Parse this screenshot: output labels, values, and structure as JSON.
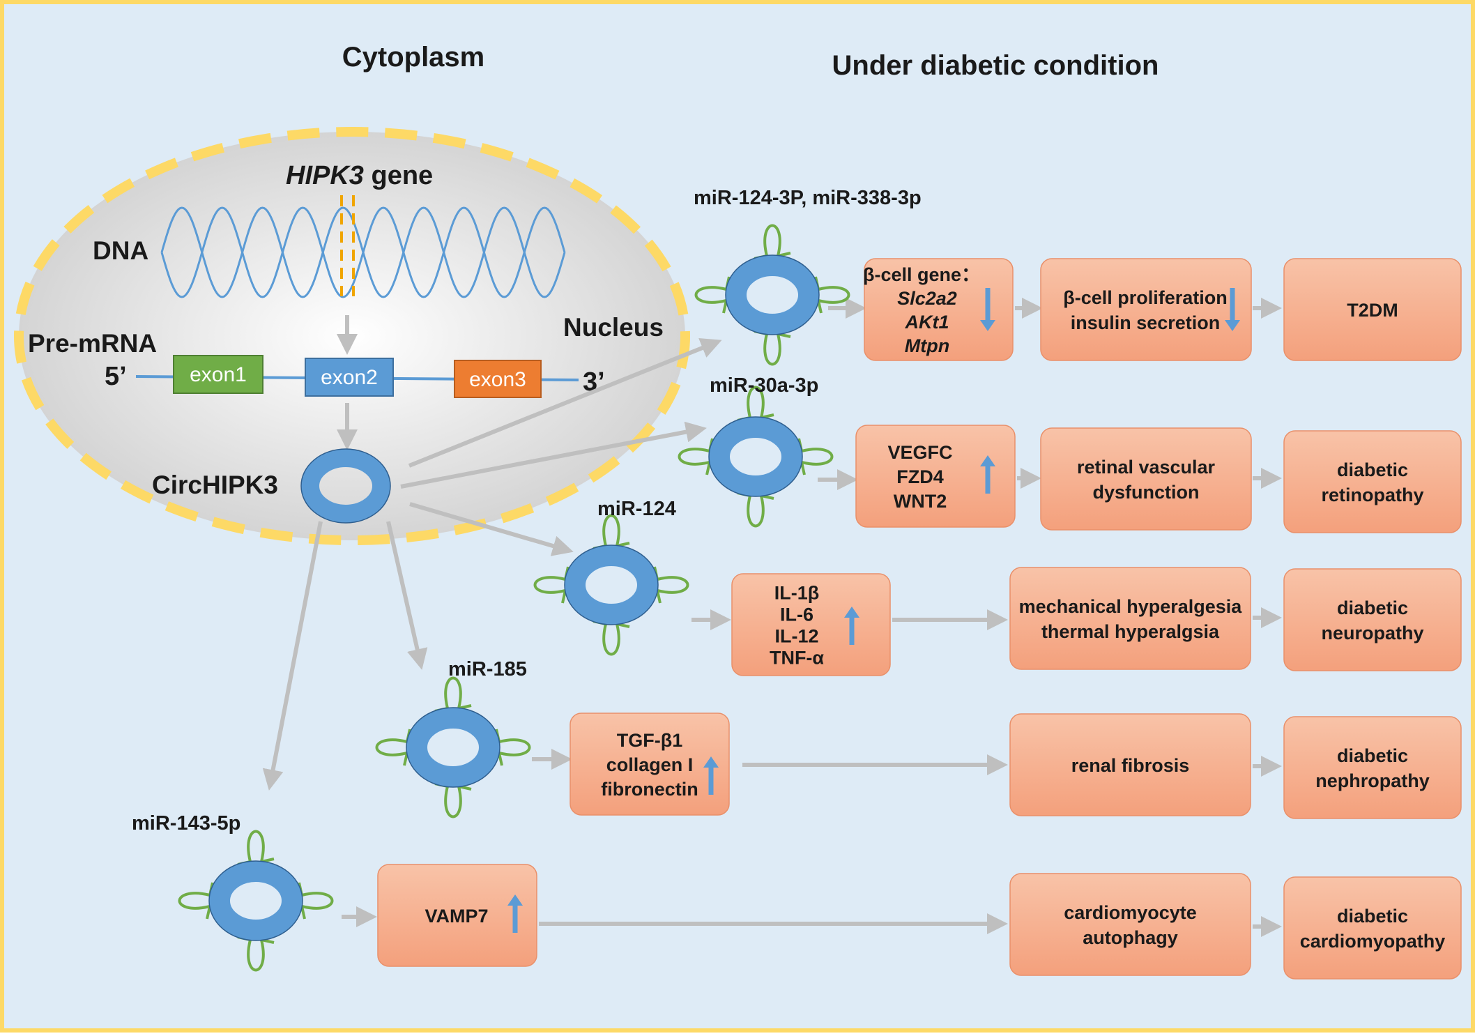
{
  "titles": {
    "cytoplasm": "Cytoplasm",
    "condition": "Under diabetic condition"
  },
  "nucleus": {
    "gene_italic": "HIPK3",
    "gene_suffix": " gene",
    "dna": "DNA",
    "nucleus": "Nucleus",
    "pre_mrna": "Pre-mRNA",
    "five_prime": "5’",
    "three_prime": "3’",
    "exon1": "exon1",
    "exon2": "exon2",
    "exon3": "exon3",
    "circ": "CircHIPK3"
  },
  "mirnas": {
    "m1": "miR-124-3P, miR-338-3p",
    "m2": "miR-30a-3p",
    "m3": "miR-124",
    "m4": "miR-185",
    "m5": "miR-143-5p"
  },
  "targets": {
    "t1": {
      "header": "β-cell gene：",
      "lines": [
        "Slc2a2",
        "AKt1",
        "Mtpn"
      ],
      "direction": "down"
    },
    "t2": {
      "lines": [
        "VEGFC",
        "FZD4",
        "WNT2"
      ],
      "direction": "up"
    },
    "t3": {
      "lines": [
        "IL-1β",
        "IL-6",
        "IL-12",
        "TNF-α"
      ],
      "direction": "up"
    },
    "t4": {
      "lines": [
        "TGF-β1",
        "collagen I",
        "fibronectin"
      ],
      "direction": "up"
    },
    "t5": {
      "lines": [
        "VAMP7"
      ],
      "direction": "up"
    }
  },
  "effects": {
    "e1": {
      "lines": [
        "β-cell proliferation",
        "insulin secretion"
      ],
      "direction": "down"
    },
    "e2": {
      "lines": [
        "retinal vascular",
        "dysfunction"
      ]
    },
    "e3": {
      "lines": [
        "mechanical hyperalgesia",
        "thermal hyperalgsia"
      ]
    },
    "e4": {
      "lines": [
        "renal fibrosis"
      ]
    },
    "e5": {
      "lines": [
        "cardiomyocyte",
        "autophagy"
      ]
    }
  },
  "diseases": {
    "d1": {
      "lines": [
        "T2DM"
      ]
    },
    "d2": {
      "lines": [
        "diabetic",
        "retinopathy"
      ]
    },
    "d3": {
      "lines": [
        "diabetic",
        "neuropathy"
      ]
    },
    "d4": {
      "lines": [
        "diabetic",
        "nephropathy"
      ]
    },
    "d5": {
      "lines": [
        "diabetic",
        "cardiomyopathy"
      ]
    }
  },
  "colors": {
    "background": "#deebf6",
    "frame": "#fdd966",
    "nucleus_fill": "#d9d9d9",
    "dna": "#5b9bd5",
    "ring": "#5b9bd5",
    "loops": "#70ad47",
    "box_fill": "#f7b08e",
    "exon1": "#70ad47",
    "exon2": "#5b9bd5",
    "exon3": "#ed7d31",
    "arrow": "#bfbfbf",
    "indicator": "#5b9bd5"
  }
}
